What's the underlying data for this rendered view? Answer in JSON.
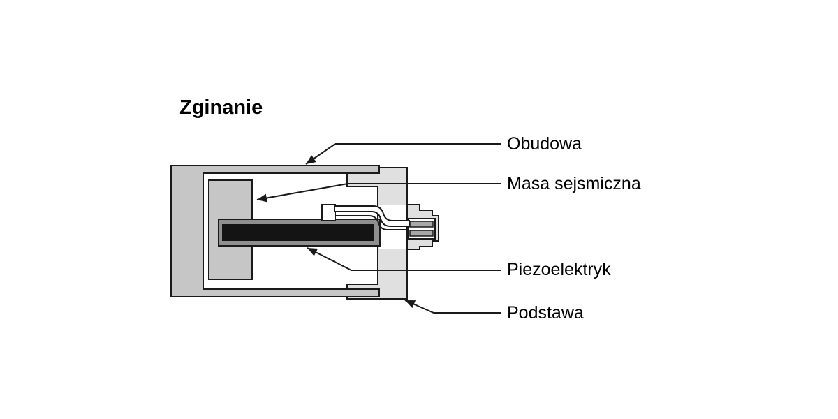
{
  "diagram": {
    "title": "Zginanie",
    "labels": {
      "obudowa": "Obudowa",
      "masa": "Masa sejsmiczna",
      "piezo": "Piezoelektryk",
      "podstawa": "Podstawa"
    }
  },
  "colors": {
    "housing": "#c6c6c6",
    "seismic_mass": "#c6c6c6",
    "base": "#e0e0e0",
    "beam": "#8f8f8f",
    "piezo": "#141414",
    "pin": "#a8a8a8",
    "cavity": "#ffffff",
    "outline": "#1a1a1a"
  }
}
